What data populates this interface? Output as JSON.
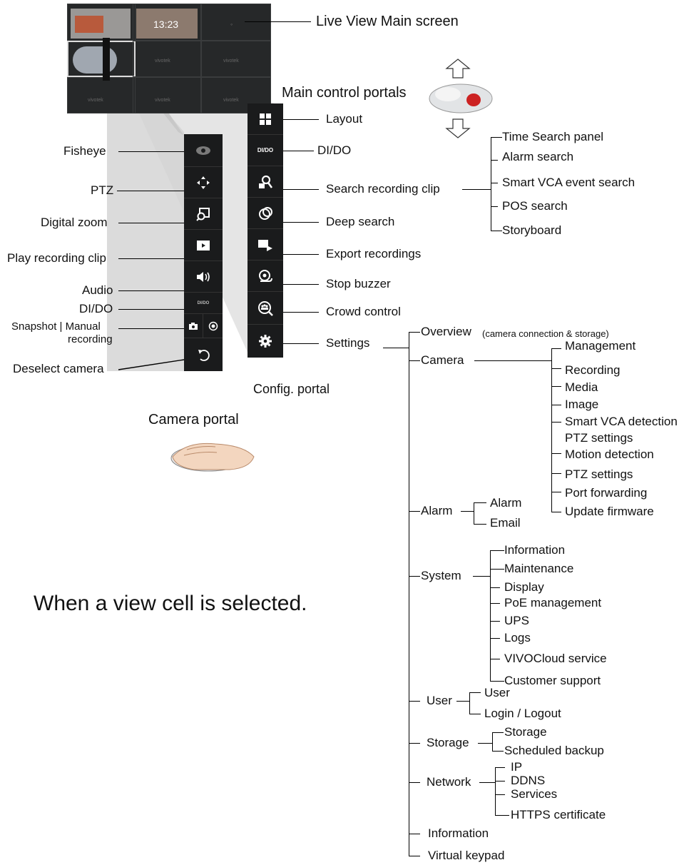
{
  "screen": {
    "title": "Live View Main screen",
    "clock": "13:23",
    "cell_brand": "vivotek"
  },
  "main_control": {
    "title": "Main control portals",
    "items": [
      {
        "label": "Layout",
        "icon": "layout-icon"
      },
      {
        "label": "DI/DO",
        "icon": "dido-text-icon",
        "glyph": "DI/DO"
      },
      {
        "label": "Search recording  clip",
        "icon": "search-recording-icon"
      },
      {
        "label": "Deep search",
        "icon": "deep-search-icon"
      },
      {
        "label": "Export recordings",
        "icon": "export-icon"
      },
      {
        "label": "Stop buzzer",
        "icon": "buzzer-icon"
      },
      {
        "label": "Crowd control",
        "icon": "crowd-icon"
      },
      {
        "label": "Settings",
        "icon": "gear-icon"
      }
    ]
  },
  "search_submenu": [
    "Time Search panel",
    "Alarm search",
    "Smart VCA event search",
    "POS search",
    "Storyboard"
  ],
  "config_portal_label": "Config. portal",
  "camera_portal": {
    "title": "Camera portal",
    "items": [
      {
        "label": "Fisheye",
        "icon": "eye-icon"
      },
      {
        "label": "PTZ",
        "icon": "ptz-arrows-icon"
      },
      {
        "label": "Digital zoom",
        "icon": "digital-zoom-icon"
      },
      {
        "label": "Play recording clip",
        "icon": "play-icon"
      },
      {
        "label": "Audio",
        "icon": "speaker-icon"
      },
      {
        "label": "DI/DO",
        "icon": "dido-text-icon",
        "glyph": "DI/DO"
      },
      {
        "label": "Snapshot | Manual",
        "label2": "recording",
        "icon": "camera-icon"
      },
      {
        "label": "Deselect camera",
        "icon": "undo-icon"
      }
    ]
  },
  "settings_tree": {
    "overview": "Overview",
    "overview_note": "(camera connection & storage)",
    "camera": "Camera",
    "camera_items": [
      "Management",
      "Recording",
      "Media",
      "Image",
      "Smart VCA detection",
      "PTZ settings",
      "Motion detection",
      "PTZ settings",
      "Port forwarding",
      "Update firmware"
    ],
    "alarm": "Alarm",
    "alarm_items": [
      "Alarm",
      "Email"
    ],
    "system": "System",
    "system_items": [
      "Information",
      "Maintenance",
      "Display",
      "PoE management",
      "UPS",
      "Logs",
      "VIVOCloud service",
      "Customer support"
    ],
    "user": "User",
    "user_items": [
      "User",
      "Login / Logout"
    ],
    "storage": "Storage",
    "storage_items": [
      "Storage",
      "Scheduled backup"
    ],
    "network": "Network",
    "network_items": [
      "IP",
      "DDNS",
      "Services",
      "HTTPS certificate"
    ],
    "information": "Information",
    "virtual_keypad": "Virtual keypad"
  },
  "caption": "When a view cell is selected.",
  "colors": {
    "bar": "#1a1b1c",
    "screen": "#262829",
    "beam": "#d6d6d6"
  }
}
